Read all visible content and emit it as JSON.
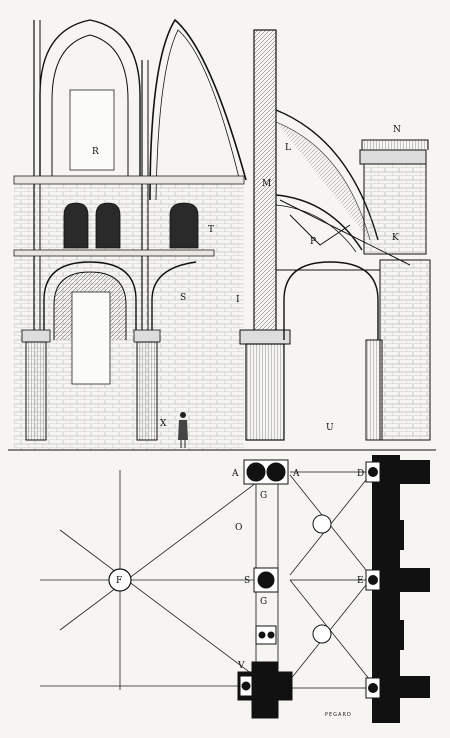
{
  "labels": {
    "R": "R",
    "T": "T",
    "S": "S",
    "X": "X",
    "U": "U",
    "M": "M",
    "L": "L",
    "I": "I",
    "P": "P",
    "N": "N",
    "K": "K",
    "A_left": "A",
    "A_right": "A",
    "D": "D",
    "G_top": "G",
    "G_bottom": "G",
    "O": "O",
    "F": "F",
    "S_plan": "S",
    "E": "E",
    "V": "V"
  },
  "signature": "PEGARD"
}
